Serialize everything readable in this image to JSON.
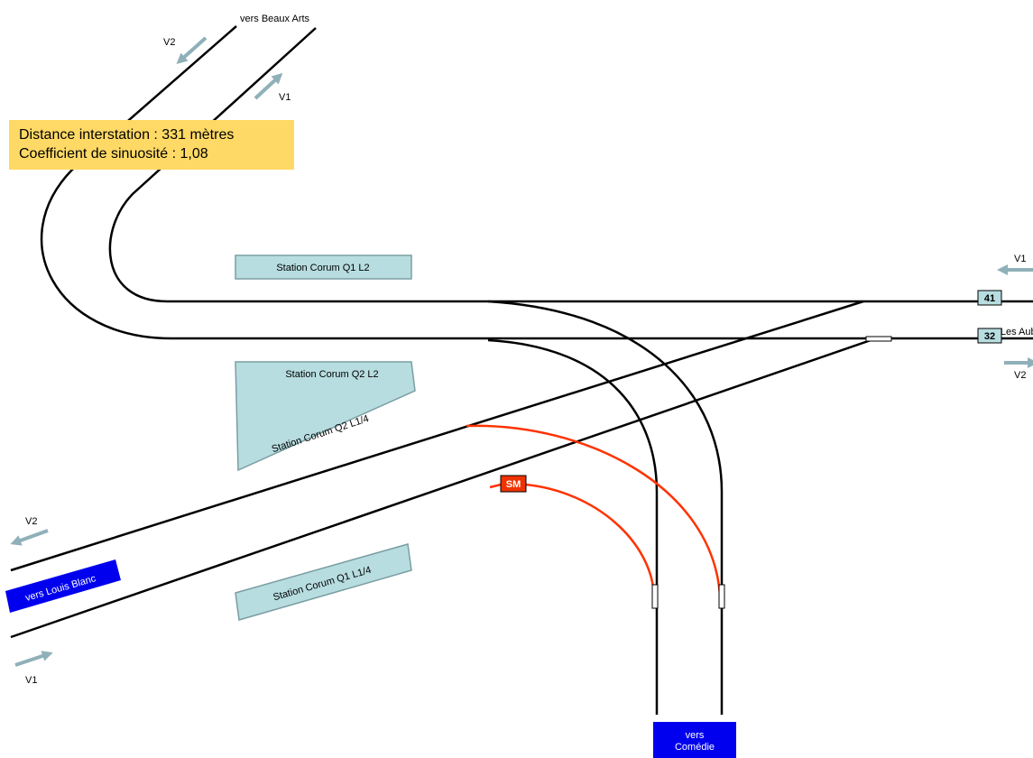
{
  "info": {
    "distance": "Distance interstation : 331 mètres",
    "sinuosity": "Coefficient de sinuosité :  1,08"
  },
  "destinations": {
    "beaux_arts": "vers Beaux Arts",
    "les_aubes": "vers Les Aubes",
    "louis_blanc": "vers Louis Blanc",
    "comedie_line1": "vers",
    "comedie_line2": "Comédie"
  },
  "platforms": {
    "q1_l2": "Station Corum Q1 L2",
    "q2_l2": "Station Corum Q2 L2",
    "q2_l14": "Station Corum Q2 L1/4",
    "q1_l14": "Station Corum Q1 L1/4"
  },
  "tracks": {
    "v1": "V1",
    "v2": "V2"
  },
  "signals": {
    "s41": "41",
    "s32": "32",
    "sm": "SM"
  },
  "colors": {
    "track": "#000000",
    "connection": "#ff3300",
    "platform_fill": "#b7dde0",
    "platform_stroke": "#7a9ea3",
    "arrow": "#8fb0b8",
    "destination_fill": "#0000ee",
    "info_fill": "#ffd966",
    "sm_fill": "#ee3300"
  }
}
